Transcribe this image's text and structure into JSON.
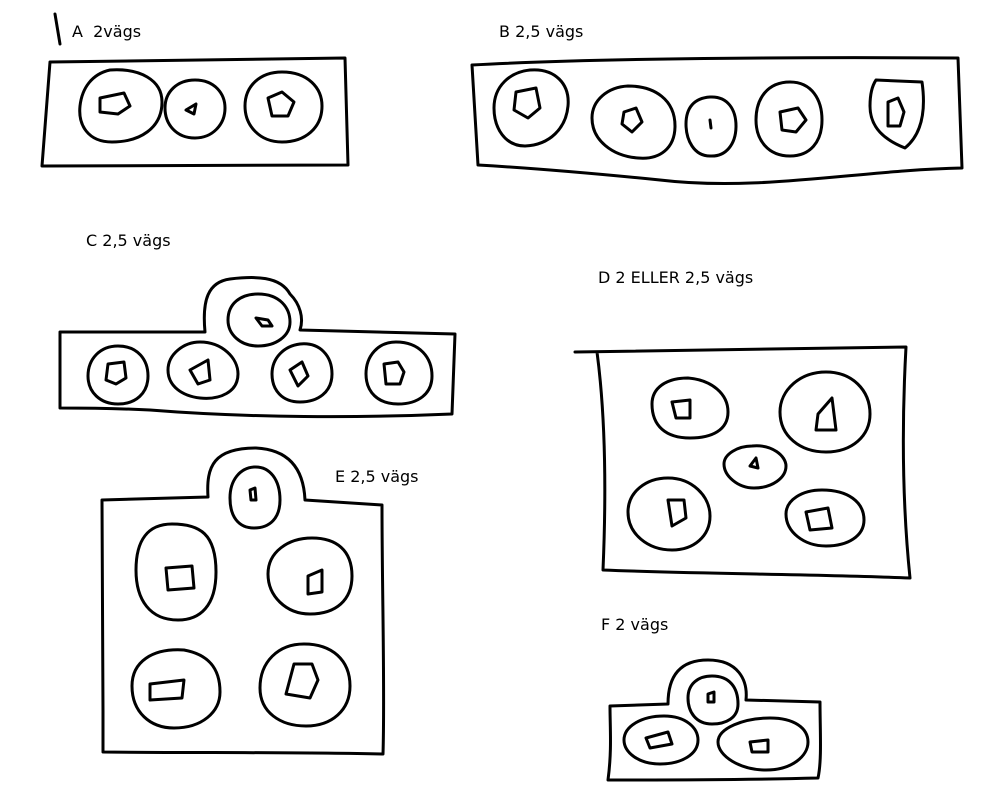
{
  "labels": {
    "a": "A  2vägs",
    "b": "B 2,5 vägs",
    "c": "C 2,5 vägs",
    "d": "D 2 ELLER 2,5 vägs",
    "e": "E 2,5 vägs",
    "f": "F 2 vägs"
  },
  "colors": {
    "ink": "#000000",
    "background": "#ffffff"
  }
}
